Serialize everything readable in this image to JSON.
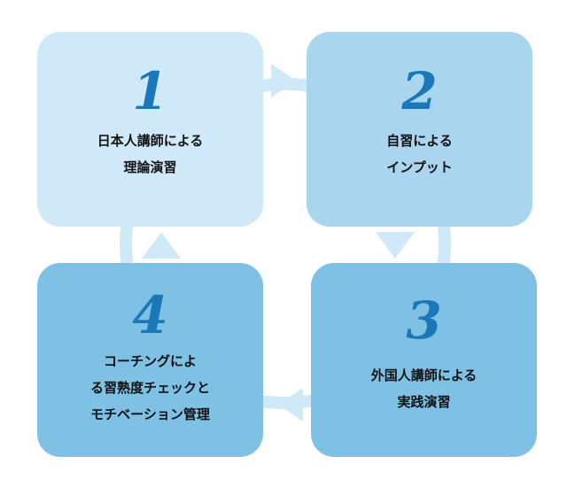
{
  "steps": [
    {
      "number": "1",
      "lines": [
        "日本人講師による",
        "理論演習"
      ]
    },
    {
      "number": "2",
      "lines": [
        "自習による",
        "インプット"
      ]
    },
    {
      "number": "3",
      "lines": [
        "外国人講師による",
        "実践演習"
      ]
    },
    {
      "number": "4",
      "lines": [
        "コーチングによ",
        "る習熟度チェックと",
        "モチベーション管理"
      ]
    }
  ],
  "colors": {
    "card_1": "#cfe9f8",
    "card_2": "#a9d6ee",
    "card_3": "#7fc1e4",
    "card_4": "#7fc1e4",
    "number": "#1a78b8",
    "cycle_arrow": "#cfe9f8"
  }
}
